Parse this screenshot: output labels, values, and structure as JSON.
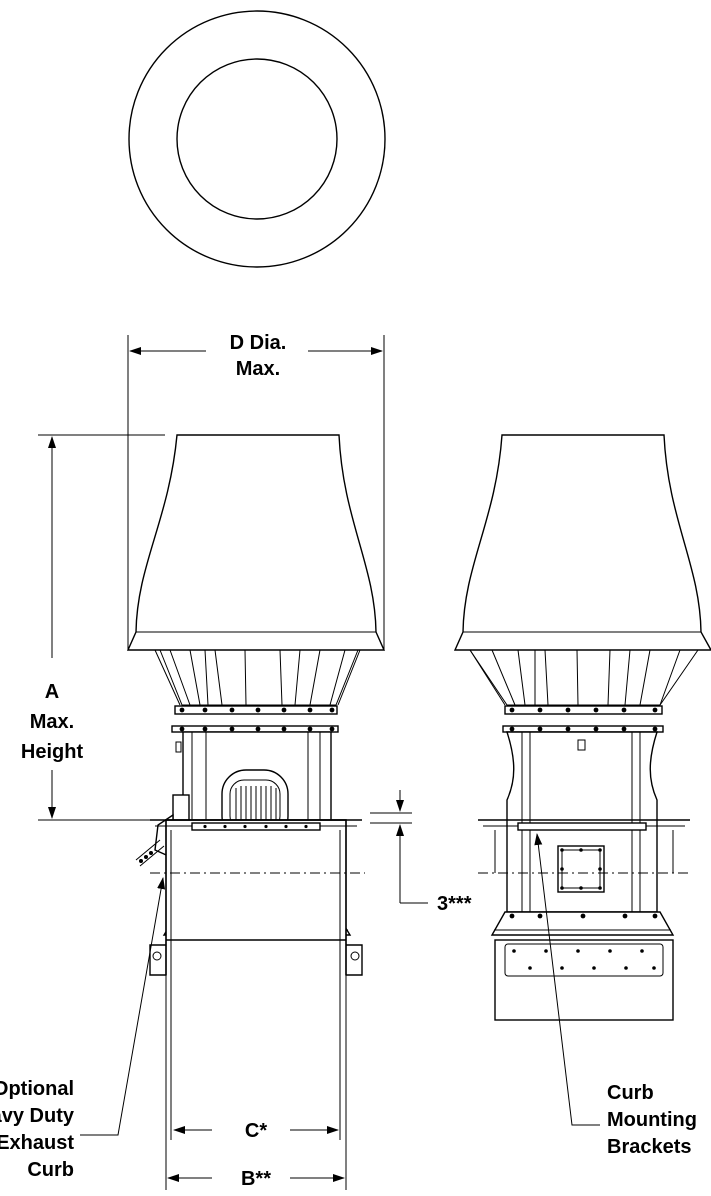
{
  "labels": {
    "d_dia_1": "D Dia.",
    "d_dia_2": "Max.",
    "a_1": "A",
    "a_2": "Max.",
    "a_3": "Height",
    "optional_1": "Optional",
    "optional_2": "Heavy Duty",
    "optional_3": "Exhaust",
    "optional_4": "Curb",
    "c": "C*",
    "b": "B**",
    "three": "3***",
    "curb_1": "Curb",
    "curb_2": "Mounting",
    "curb_3": "Brackets"
  }
}
